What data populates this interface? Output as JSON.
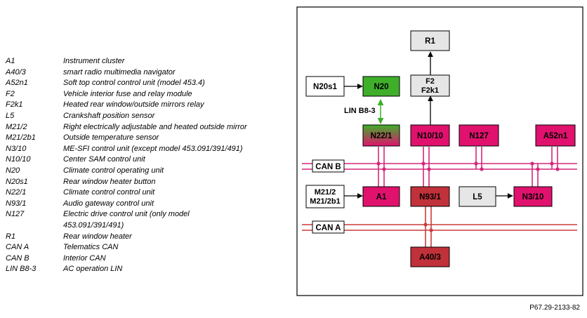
{
  "legend": [
    {
      "code": "A1",
      "desc": "Instrument cluster"
    },
    {
      "code": "A40/3",
      "desc": "smart radio multimedia navigator"
    },
    {
      "code": "A52n1",
      "desc": "Soft top control control unit (model 453.4)"
    },
    {
      "code": "F2",
      "desc": "Vehicle interior fuse and relay module"
    },
    {
      "code": "F2k1",
      "desc": "Heated rear window/outside mirrors relay"
    },
    {
      "code": "L5",
      "desc": "Crankshaft position sensor"
    },
    {
      "code": "M21/2",
      "desc": "Right electrically adjustable and heated outside mirror"
    },
    {
      "code": "M21/2b1",
      "desc": "Outside temperature sensor"
    },
    {
      "code": "N3/10",
      "desc": "ME-SFI control unit (except model 453.091/391/491)"
    },
    {
      "code": "N10/10",
      "desc": "Center SAM control unit"
    },
    {
      "code": "N20",
      "desc": "Climate control operating unit"
    },
    {
      "code": "N20s1",
      "desc": "Rear window heater button"
    },
    {
      "code": "N22/1",
      "desc": "Climate control control unit"
    },
    {
      "code": "N93/1",
      "desc": "Audio gateway control unit"
    },
    {
      "code": "N127",
      "desc": "Electric drive control unit (only model\n453.091/391/491)"
    },
    {
      "code": "R1",
      "desc": "Rear window heater"
    },
    {
      "code": "CAN A",
      "desc": "Telematics CAN"
    },
    {
      "code": "CAN B",
      "desc": "Interior CAN"
    },
    {
      "code": "LIN B8-3",
      "desc": "AC operation LIN"
    }
  ],
  "diagram": {
    "boxes": {
      "r1": "R1",
      "n20s1": "N20s1",
      "n20": "N20",
      "f2": "F2",
      "f2k1": "F2k1",
      "n22_1": "N22/1",
      "n10_10": "N10/10",
      "n127": "N127",
      "a52n1": "A52n1",
      "m21_2": "M21/2",
      "m21_2b1": "M21/2b1",
      "a1": "A1",
      "n93_1": "N93/1",
      "l5": "L5",
      "n3_10": "N3/10",
      "a40_3": "A40/3"
    },
    "labels": {
      "can_b": "CAN B",
      "can_a": "CAN A",
      "lin": "LIN B8-3"
    },
    "colors": {
      "can_b": "#d4267a",
      "can_a": "#cc3b3b",
      "magenta": "#e0126e",
      "darkred": "#c1313a",
      "green": "#3fae2a",
      "grey": "#e6e6e6"
    }
  },
  "doc_ref": "P67.29-2133-82"
}
